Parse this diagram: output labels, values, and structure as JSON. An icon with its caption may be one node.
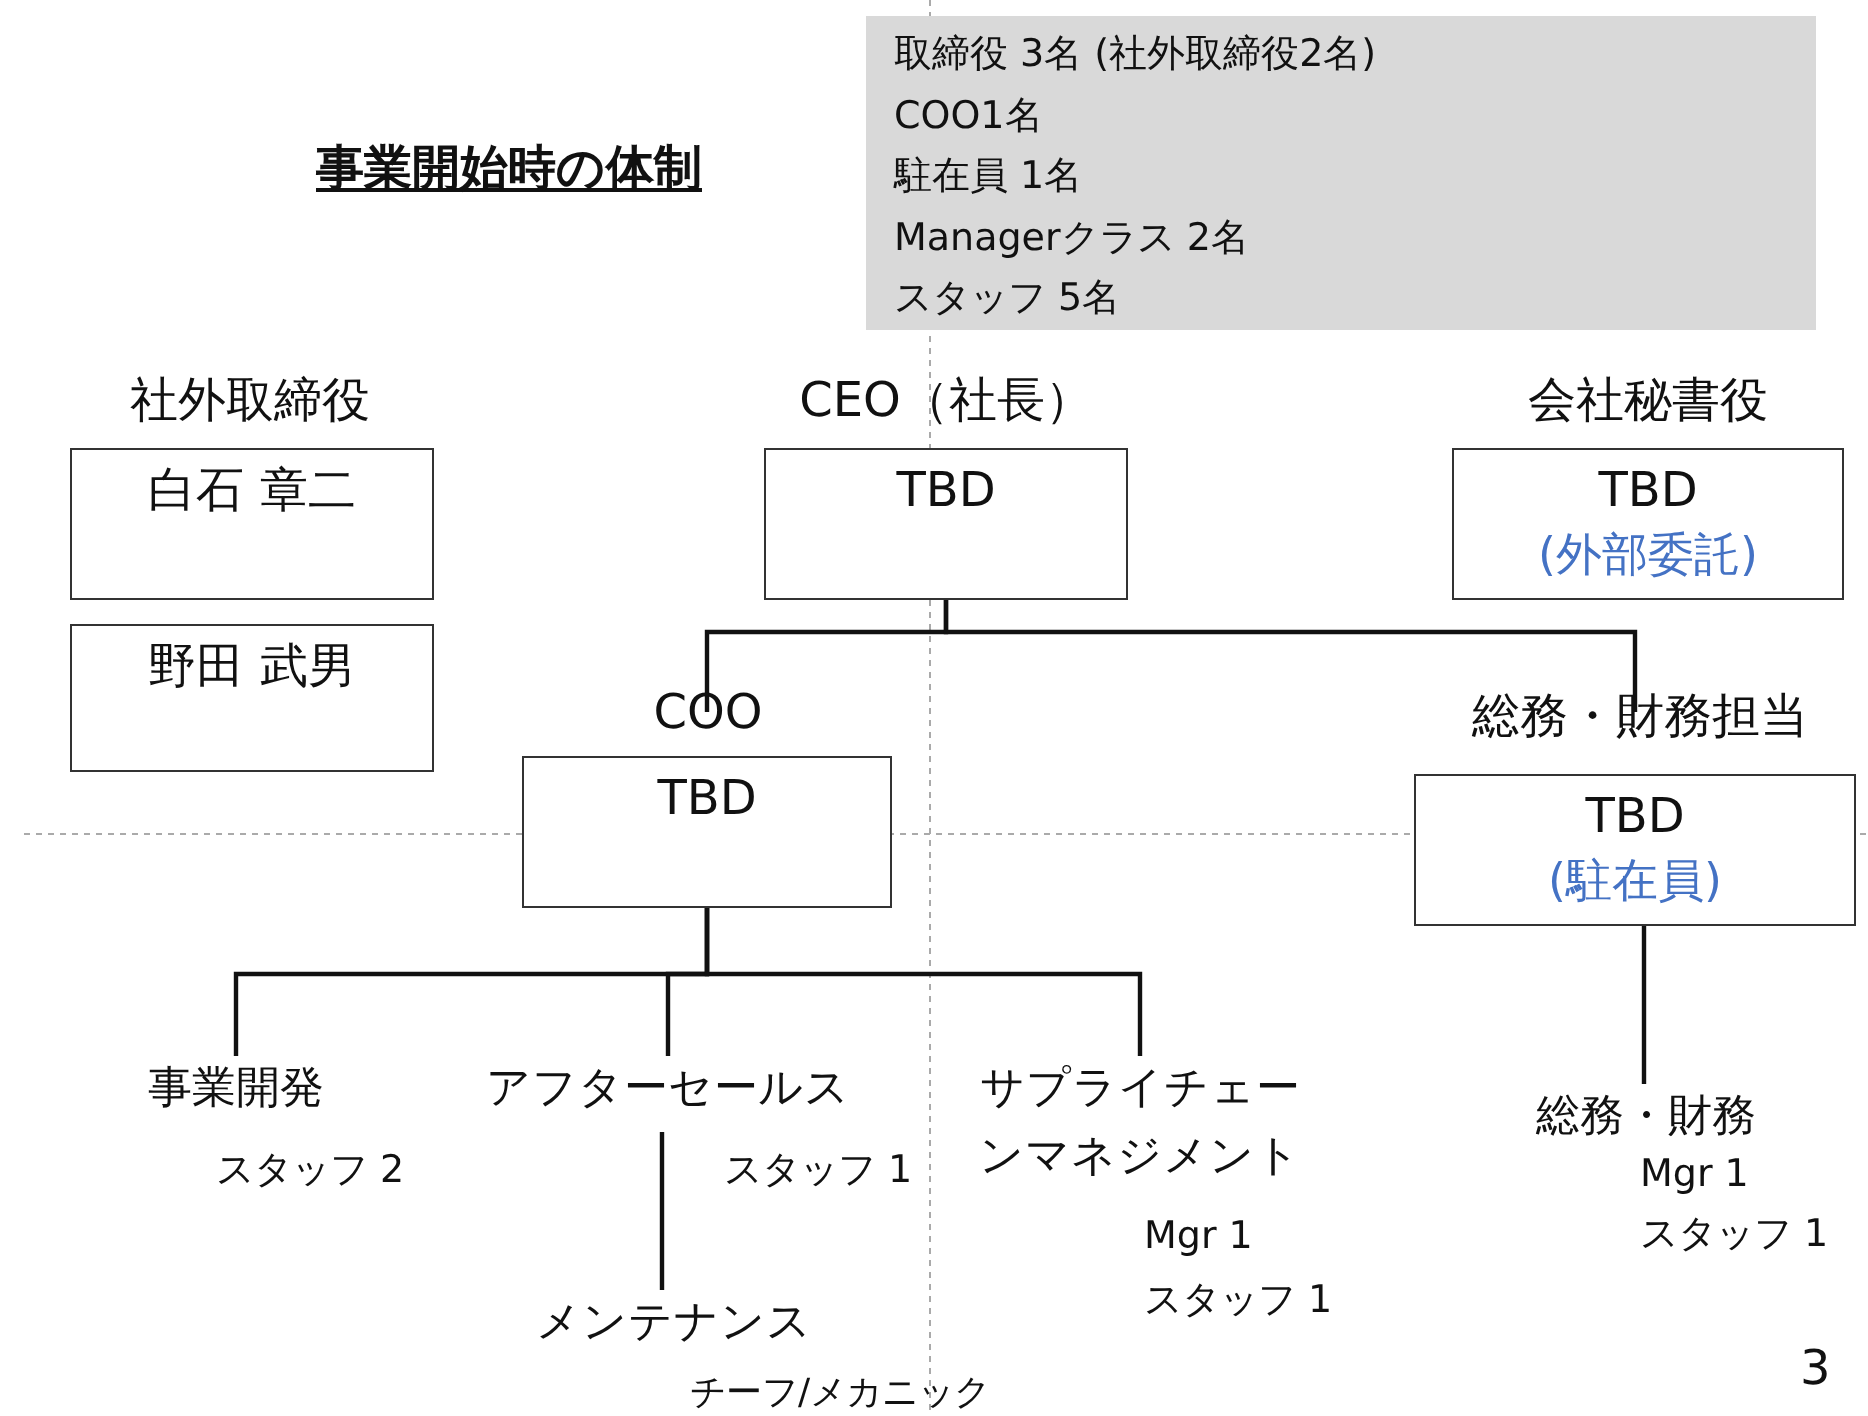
{
  "diagram": {
    "title": "事業開始時の体制",
    "nodes": [
      {
        "text": [
          "取締役 3名 (社外取締役2名)",
          "COO1名",
          "駐在員 1名",
          "Managerクラス 2名",
          "スタッフ 5名"
        ]
      },
      {
        "text": [
          "社外取締役",
          "白石 章二"
        ]
      },
      {
        "text": [
          "野田 武男"
        ]
      },
      {
        "text": [
          "CEO（社長）",
          "TBD"
        ]
      },
      {
        "text": [
          "会社秘書役",
          "TBD",
          "(外部委託)"
        ]
      },
      {
        "text": [
          "COO",
          "TBD"
        ]
      },
      {
        "text": [
          "総務・財務担当",
          "TBD",
          "(駐在員)"
        ]
      },
      {
        "text": [
          "事業開発"
        ],
        "beside": [
          "スタッフ 2"
        ]
      },
      {
        "text": [
          "アフターセールス"
        ],
        "beside": [
          "スタッフ 1"
        ]
      },
      {
        "text": [
          "サプライチェーンマネジメント"
        ],
        "beside": [
          "Mgr 1",
          "スタッフ 1"
        ]
      },
      {
        "text": [
          "メンテナンス"
        ],
        "beside": [
          "チーフ/メカニック"
        ]
      },
      {
        "text": [
          "総務・財務"
        ],
        "beside": [
          "Mgr 1",
          "スタッフ 1"
        ]
      }
    ],
    "edges": [
      {
        "from": 3,
        "to": 5,
        "arrow": "none"
      },
      {
        "from": 3,
        "to": 6,
        "arrow": "none"
      },
      {
        "from": 5,
        "to": 7,
        "arrow": "none"
      },
      {
        "from": 5,
        "to": 8,
        "arrow": "none"
      },
      {
        "from": 5,
        "to": 9,
        "arrow": "none"
      },
      {
        "from": 8,
        "to": 10,
        "arrow": "none"
      },
      {
        "from": 6,
        "to": 11,
        "arrow": "none"
      }
    ],
    "labels": [
      "3"
    ]
  }
}
